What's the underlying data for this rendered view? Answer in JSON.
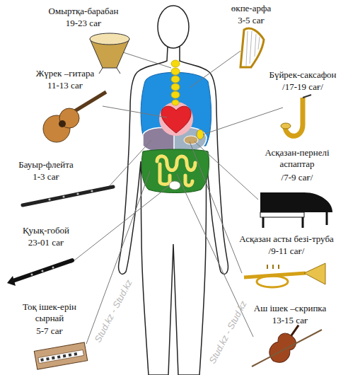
{
  "diagram": {
    "labels": [
      "Омыртқа-барабан",
      "19-23 сағ",
      "өкпе-арфа",
      "3-5 сағ",
      "Жүрек –гитара",
      "11-13 сағ",
      "Бүйрек-саксафон",
      "/17-19 сағ/",
      "Бауыр-флейта",
      "1-3 сағ",
      "Асқазан-пернелі аспаптар",
      "/7-9 сағ/",
      "Қуық-гобой",
      "23-01 сағ",
      "Асқазан асты безі-труба",
      "/9-11 сағ/",
      "Тоқ ішек-ерін сырнай",
      "5-7 сағ",
      "Аш ішек –скрипка",
      "13-15 сағ",
      "Stud.kz - Stud.kz",
      "Stud.kz - Stud.kz"
    ]
  }
}
